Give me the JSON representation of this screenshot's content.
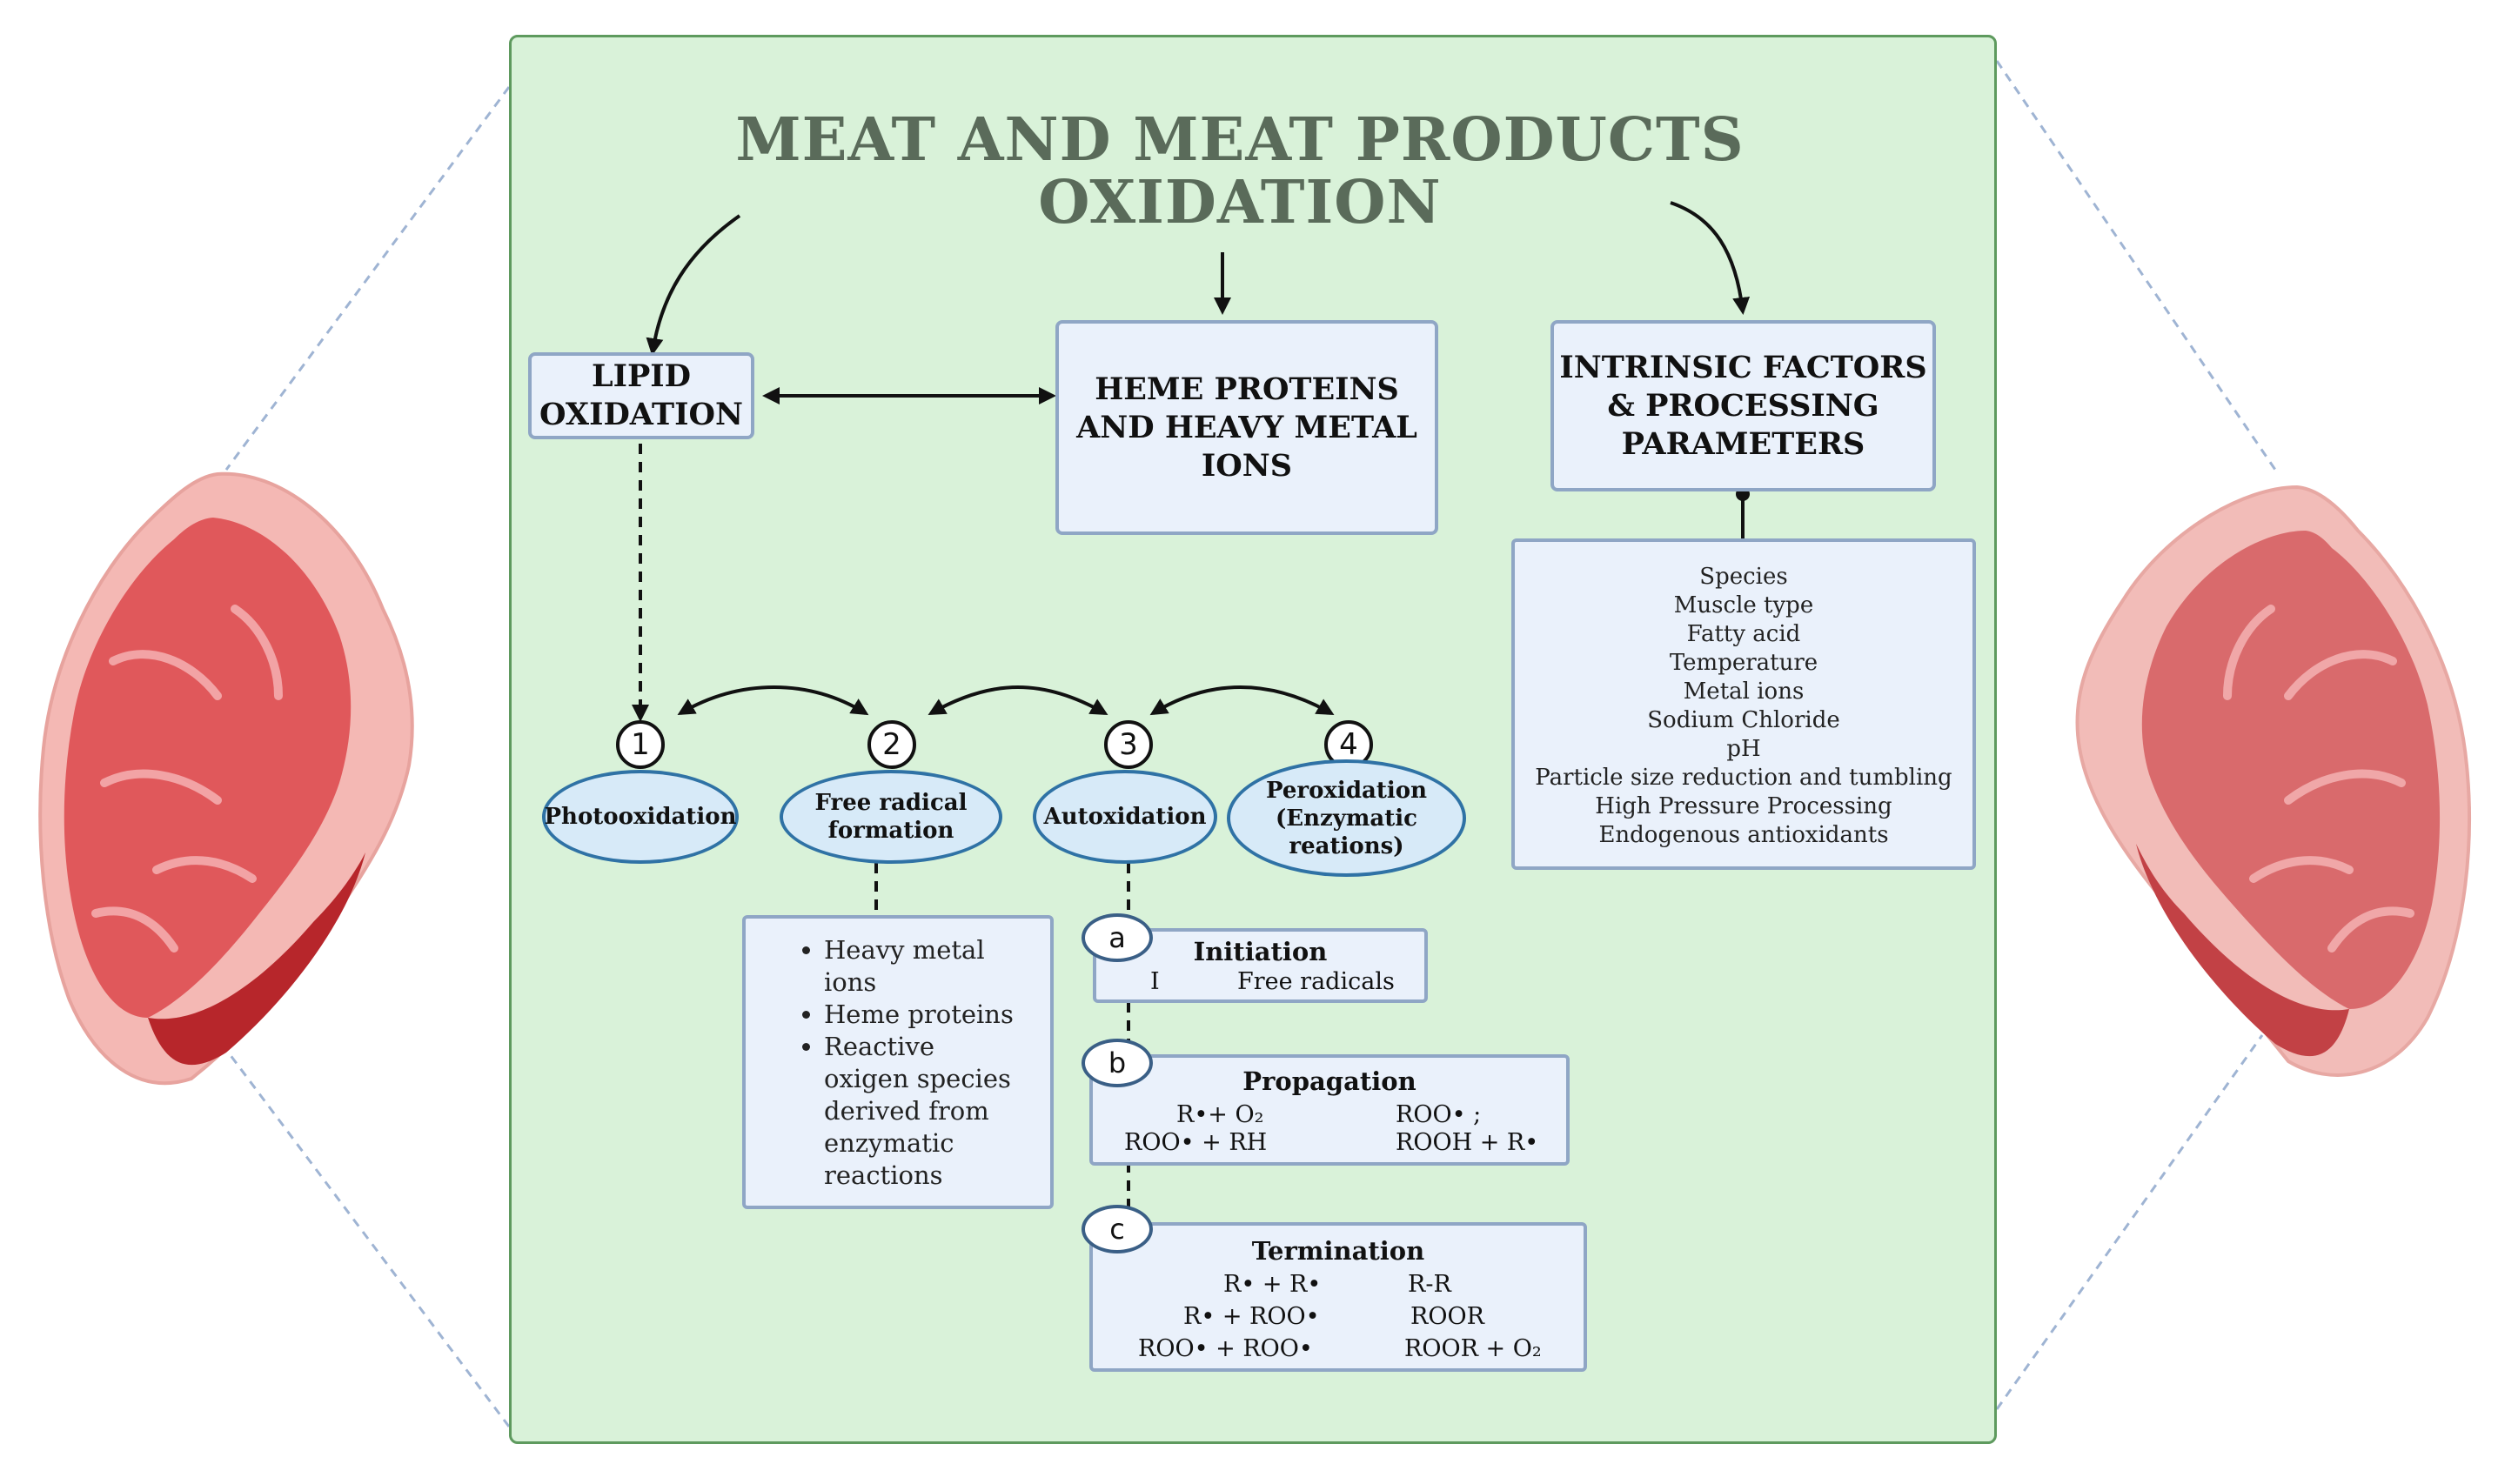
{
  "title": {
    "line1": "MEAT AND MEAT PRODUCTS",
    "line2": "OXIDATION"
  },
  "boxes": {
    "lipid": [
      "LIPID",
      "OXIDATION"
    ],
    "heme": [
      "HEME PROTEINS",
      "AND HEAVY METAL",
      "IONS"
    ],
    "intrinsic": [
      "INTRINSIC FACTORS",
      "& PROCESSING",
      "PARAMETERS"
    ]
  },
  "factors": [
    "Species",
    "Muscle type",
    "Fatty acid",
    "Temperature",
    "Metal ions",
    "Sodium Chloride",
    "pH",
    "Particle size reduction and tumbling",
    "High Pressure Processing",
    "Endogenous antioxidants"
  ],
  "mechanisms": [
    {
      "num": "1",
      "label": [
        "Photooxidation"
      ]
    },
    {
      "num": "2",
      "label": [
        "Free radical",
        "formation"
      ]
    },
    {
      "num": "3",
      "label": [
        "Autoxidation"
      ]
    },
    {
      "num": "4",
      "label": [
        "Peroxidation",
        "(Enzymatic",
        "reations)"
      ]
    }
  ],
  "free_radical_sources": [
    [
      "Heavy metal",
      "ions"
    ],
    [
      "Heme proteins"
    ],
    [
      "Reactive",
      "oxigen species",
      "derived from",
      "enzymatic",
      "reactions"
    ]
  ],
  "steps": {
    "initiation": {
      "letter": "a",
      "title": "Initiation",
      "lhs": "I",
      "rhs": "Free radicals"
    },
    "propagation": {
      "letter": "b",
      "title": "Propagation",
      "rows": [
        {
          "lhs": "R•+ O₂",
          "rhs": "ROO• ;"
        },
        {
          "lhs": "ROO• + RH",
          "rhs": "ROOH + R•"
        }
      ]
    },
    "termination": {
      "letter": "c",
      "title": "Termination",
      "rows": [
        {
          "lhs": "R• + R•",
          "rhs": "R-R"
        },
        {
          "lhs": "R• + ROO•",
          "rhs": "ROOR"
        },
        {
          "lhs": "ROO• + ROO•",
          "rhs": "ROOR + O₂"
        }
      ]
    }
  },
  "colors": {
    "panel": "#d9f2d9",
    "panel_border": "#5e9a5e",
    "title": "#5a6b5a",
    "box_fill": "#eaf1fb",
    "box_border": "#8fa6c5",
    "ellipse_fill": "#d7eaf8",
    "ellipse_border": "#2f72a5",
    "meat": "#d94b4f"
  },
  "icons": [
    "meat-steak-icon-left",
    "meat-steak-icon-right"
  ]
}
